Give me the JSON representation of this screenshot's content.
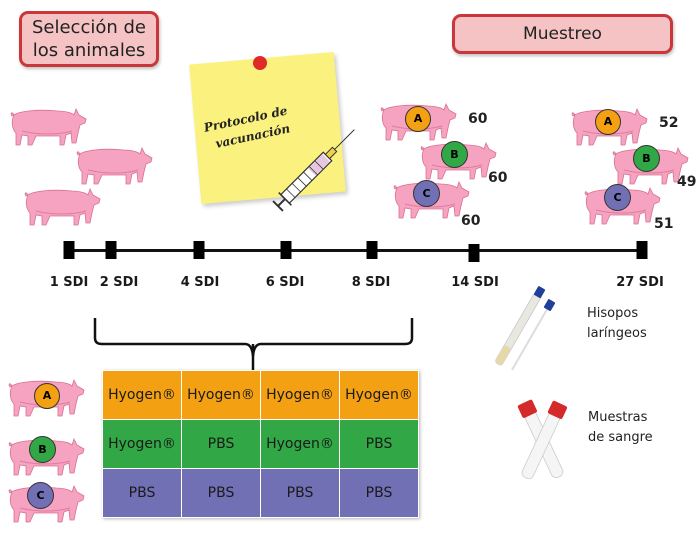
{
  "headers": {
    "selection": "Selección de los animales",
    "selection_line1": "Selección de",
    "selection_line2": "los animales",
    "sampling": "Muestreo"
  },
  "note": {
    "line1": "Protocolo de",
    "line2": "vacunación"
  },
  "groups": {
    "A": {
      "label": "A",
      "color": "#f3a012"
    },
    "B": {
      "label": "B",
      "color": "#31a845"
    },
    "C": {
      "label": "C",
      "color": "#7270b4"
    }
  },
  "sampling_day8": {
    "A": "60",
    "B": "60",
    "C": "60"
  },
  "sampling_day27": {
    "A": "52",
    "B": "49",
    "C": "51"
  },
  "timeline": {
    "points": [
      "1 SDI",
      "2 SDI",
      "4 SDI",
      "6 SDI",
      "8 SDI",
      "14 SDI",
      "27 SDI"
    ]
  },
  "treatment_table": {
    "rows": [
      {
        "group": "A",
        "cells": [
          "Hyogen®",
          "Hyogen®",
          "Hyogen®",
          "Hyogen®"
        ]
      },
      {
        "group": "B",
        "cells": [
          "Hyogen®",
          "PBS",
          "Hyogen®",
          "PBS"
        ]
      },
      {
        "group": "C",
        "cells": [
          "PBS",
          "PBS",
          "PBS",
          "PBS"
        ]
      }
    ]
  },
  "samples": {
    "swabs_line1": "Hisopos",
    "swabs_line2": "laríngeos",
    "blood_line1": "Muestras",
    "blood_line2": "de sangre"
  }
}
